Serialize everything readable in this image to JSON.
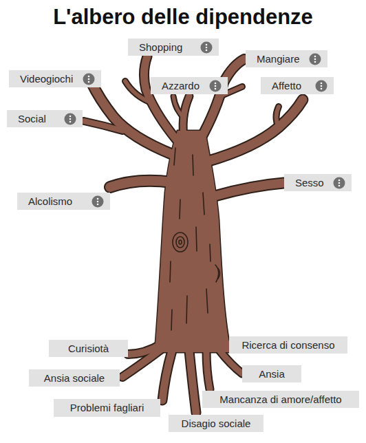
{
  "diagram": {
    "title": "L'albero delle dipendenze",
    "nodes": [
      {
        "text": [
          "Shopping"
        ]
      },
      {
        "text": [
          "Mangiare"
        ]
      },
      {
        "text": [
          "Videogiochi"
        ]
      },
      {
        "text": [
          "Azzardo"
        ]
      },
      {
        "text": [
          "Affetto"
        ]
      },
      {
        "text": [
          "Social"
        ]
      },
      {
        "text": [
          "Sesso"
        ]
      },
      {
        "text": [
          "Alcolismo"
        ]
      },
      {
        "text": [
          "Curisiotà"
        ]
      },
      {
        "text": [
          "Ricerca di consenso"
        ]
      },
      {
        "text": [
          "Ansia sociale"
        ]
      },
      {
        "text": [
          "Ansia"
        ]
      },
      {
        "text": [
          "Problemi fagliari"
        ]
      },
      {
        "text": [
          "Mancanza di amore/affetto"
        ]
      },
      {
        "text": [
          "Disagio sociale"
        ]
      }
    ]
  }
}
